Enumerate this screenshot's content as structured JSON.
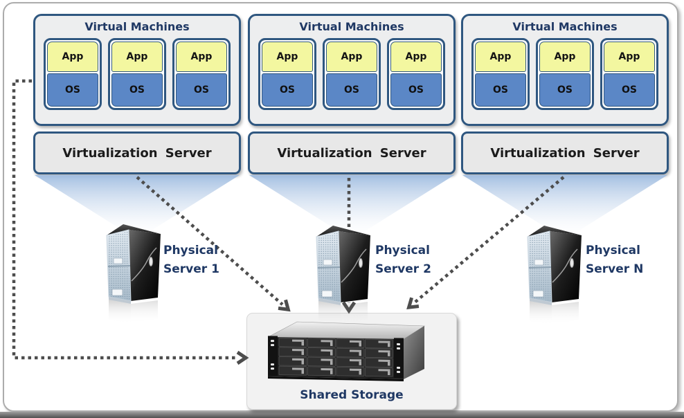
{
  "groups": [
    {
      "title": "Virtual Machines",
      "vms": [
        {
          "app": "App",
          "os": "OS"
        },
        {
          "app": "App",
          "os": "OS"
        },
        {
          "app": "App",
          "os": "OS"
        }
      ],
      "server": "Virtualization Server",
      "physical": {
        "line1": "Physical",
        "line2": "Server 1"
      }
    },
    {
      "title": "Virtual Machines",
      "vms": [
        {
          "app": "App",
          "os": "OS"
        },
        {
          "app": "App",
          "os": "OS"
        },
        {
          "app": "App",
          "os": "OS"
        }
      ],
      "server": "Virtualization Server",
      "physical": {
        "line1": "Physical",
        "line2": "Server 2"
      }
    },
    {
      "title": "Virtual Machines",
      "vms": [
        {
          "app": "App",
          "os": "OS"
        },
        {
          "app": "App",
          "os": "OS"
        },
        {
          "app": "App",
          "os": "OS"
        }
      ],
      "server": "Virtualization Server",
      "physical": {
        "line1": "Physical",
        "line2": "Server N"
      }
    }
  ],
  "storage": {
    "label": "Shared Storage"
  },
  "colors": {
    "accent_navy": "#2F5780",
    "title_text": "#1F3864",
    "app_fill": "#F3F7A0",
    "os_fill": "#5B87C6",
    "group_fill": "#EDEEEF",
    "server_fill": "#E8E8E8",
    "funnel_blue": "#A6C1E3",
    "arrow_gray": "#4D4D4D",
    "storage_fill": "#F2F2F2",
    "frame_border": "#ACACAC"
  }
}
